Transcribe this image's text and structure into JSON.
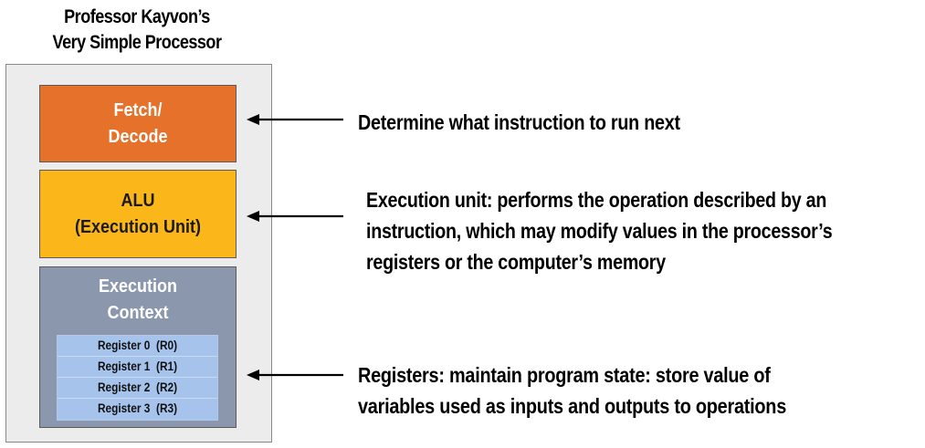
{
  "title": {
    "line1": "Professor Kayvon’s",
    "line2": "Very Simple Processor"
  },
  "blocks": {
    "fetch": {
      "line1": "Fetch/",
      "line2": "Decode"
    },
    "alu": {
      "line1": "ALU",
      "line2": "(Execution Unit)"
    },
    "context": {
      "line1": "Execution",
      "line2": "Context",
      "registers": [
        "Register 0  (R0)",
        "Register 1  (R1)",
        "Register 2  (R2)",
        "Register 3  (R3)"
      ]
    }
  },
  "annotations": {
    "fetch": [
      "Determine what instruction to run next"
    ],
    "alu": [
      "Execution unit: performs the operation described by an",
      "instruction, which may modify values in the processor’s",
      "registers or the computer’s memory"
    ],
    "registers": [
      "Registers: maintain program state: store value of",
      "variables used as inputs and outputs to operations"
    ]
  },
  "colors": {
    "fetch": "#e5712a",
    "alu": "#fbb719",
    "context": "#8a97ad",
    "register": "#a6c3ec",
    "processor": "#ececec"
  }
}
